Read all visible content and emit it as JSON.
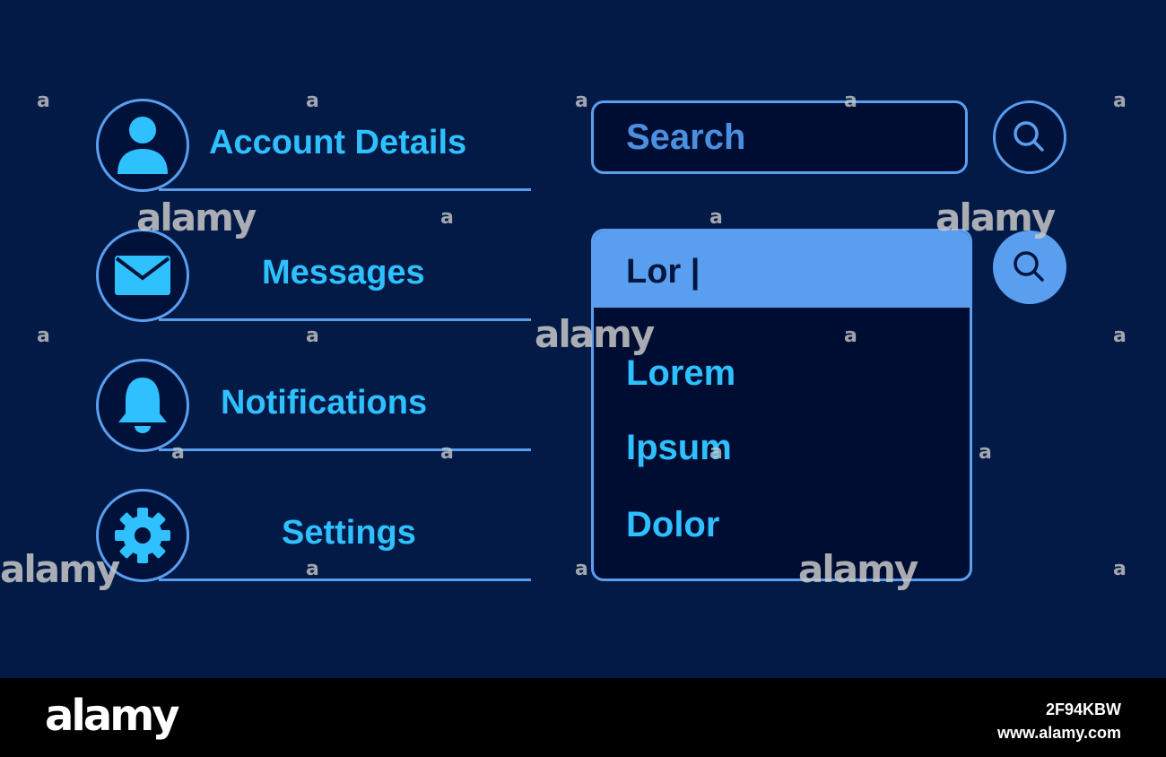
{
  "menu": {
    "items": [
      {
        "label": "Account Details",
        "icon": "user-icon"
      },
      {
        "label": "Messages",
        "icon": "envelope-icon"
      },
      {
        "label": "Notifications",
        "icon": "bell-icon"
      },
      {
        "label": "Settings",
        "icon": "gear-icon"
      }
    ]
  },
  "search": {
    "placeholder": "Search"
  },
  "dropdown": {
    "input_value": "Lor |",
    "options": [
      "Lorem",
      "Ipsum",
      "Dolor"
    ]
  },
  "watermark": {
    "text": "alamy",
    "letter": "a"
  },
  "footer": {
    "logo": "alamy",
    "image_id": "2F94KBW",
    "site": "www.alamy.com"
  },
  "colors": {
    "background": "#021a45",
    "accent": "#5a9ef0",
    "label": "#2ec0ff"
  }
}
